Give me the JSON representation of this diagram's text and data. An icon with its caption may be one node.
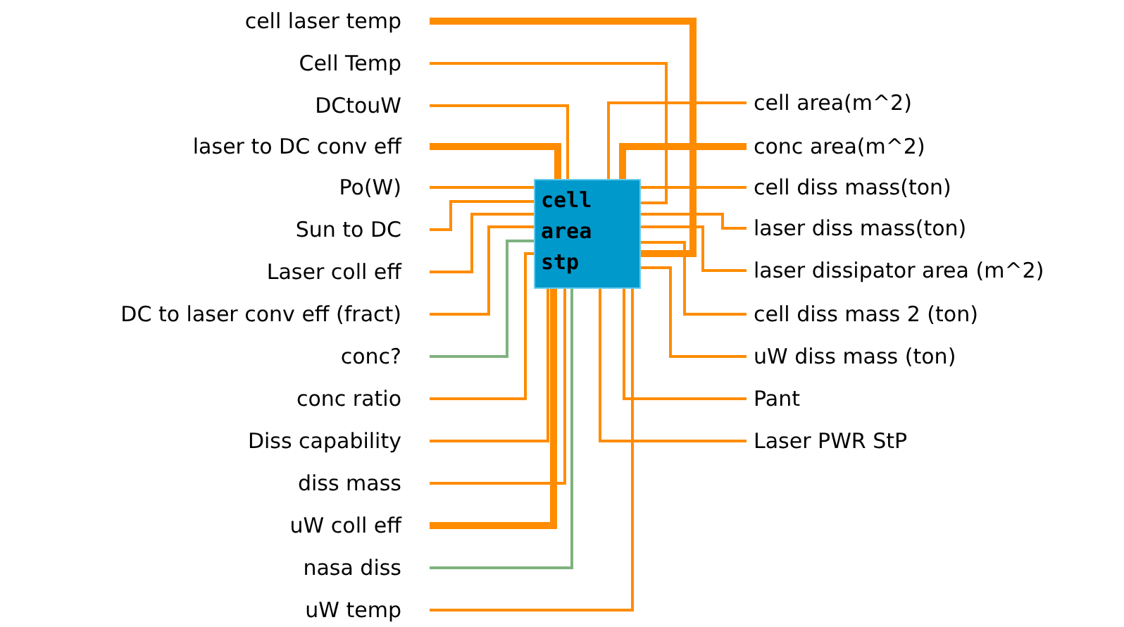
{
  "diagram": {
    "nodes": [
      {
        "text": [
          "cell area stp"
        ]
      },
      {
        "text": [
          "cell laser temp"
        ]
      },
      {
        "text": [
          "Cell Temp"
        ]
      },
      {
        "text": [
          "DCtouW"
        ]
      },
      {
        "text": [
          "laser to DC conv eff"
        ]
      },
      {
        "text": [
          "Po(W)"
        ]
      },
      {
        "text": [
          "Sun to DC"
        ]
      },
      {
        "text": [
          "Laser coll eff"
        ]
      },
      {
        "text": [
          "DC to laser conv eff (fract)"
        ]
      },
      {
        "text": [
          "conc?"
        ]
      },
      {
        "text": [
          "conc ratio"
        ]
      },
      {
        "text": [
          "Diss capability"
        ]
      },
      {
        "text": [
          "diss mass"
        ]
      },
      {
        "text": [
          "uW coll eff"
        ]
      },
      {
        "text": [
          "nasa diss"
        ]
      },
      {
        "text": [
          "uW temp"
        ]
      },
      {
        "text": [
          "cell area(m^2)"
        ]
      },
      {
        "text": [
          "conc area(m^2)"
        ]
      },
      {
        "text": [
          "cell diss mass(ton)"
        ]
      },
      {
        "text": [
          "laser diss mass(ton)"
        ]
      },
      {
        "text": [
          "laser dissipator area (m^2)"
        ]
      },
      {
        "text": [
          "cell diss mass 2 (ton)"
        ]
      },
      {
        "text": [
          "uW diss mass (ton)"
        ]
      },
      {
        "text": [
          "Pant"
        ]
      },
      {
        "text": [
          "Laser PWR StP"
        ]
      }
    ],
    "edges": [
      {
        "from": 1,
        "to": 0,
        "arrow": "none",
        "style": "thick"
      },
      {
        "from": 2,
        "to": 0,
        "arrow": "none"
      },
      {
        "from": 3,
        "to": 0,
        "arrow": "none"
      },
      {
        "from": 4,
        "to": 0,
        "arrow": "none",
        "style": "thick"
      },
      {
        "from": 5,
        "to": 0,
        "arrow": "none"
      },
      {
        "from": 6,
        "to": 0,
        "arrow": "none"
      },
      {
        "from": 7,
        "to": 0,
        "arrow": "none"
      },
      {
        "from": 8,
        "to": 0,
        "arrow": "none"
      },
      {
        "from": 9,
        "to": 0,
        "arrow": "none",
        "color": "#7fb27f"
      },
      {
        "from": 10,
        "to": 0,
        "arrow": "none"
      },
      {
        "from": 11,
        "to": 0,
        "arrow": "none"
      },
      {
        "from": 12,
        "to": 0,
        "arrow": "none"
      },
      {
        "from": 13,
        "to": 0,
        "arrow": "none",
        "style": "thick"
      },
      {
        "from": 14,
        "to": 0,
        "arrow": "none",
        "color": "#7fb27f"
      },
      {
        "from": 15,
        "to": 0,
        "arrow": "none"
      },
      {
        "from": 0,
        "to": 16,
        "arrow": "none"
      },
      {
        "from": 0,
        "to": 17,
        "arrow": "none",
        "style": "thick"
      },
      {
        "from": 0,
        "to": 18,
        "arrow": "none"
      },
      {
        "from": 0,
        "to": 19,
        "arrow": "none"
      },
      {
        "from": 0,
        "to": 20,
        "arrow": "none"
      },
      {
        "from": 0,
        "to": 21,
        "arrow": "none"
      },
      {
        "from": 0,
        "to": 22,
        "arrow": "none"
      },
      {
        "from": 0,
        "to": 23,
        "arrow": "none"
      },
      {
        "from": 0,
        "to": 24,
        "arrow": "none"
      }
    ]
  }
}
